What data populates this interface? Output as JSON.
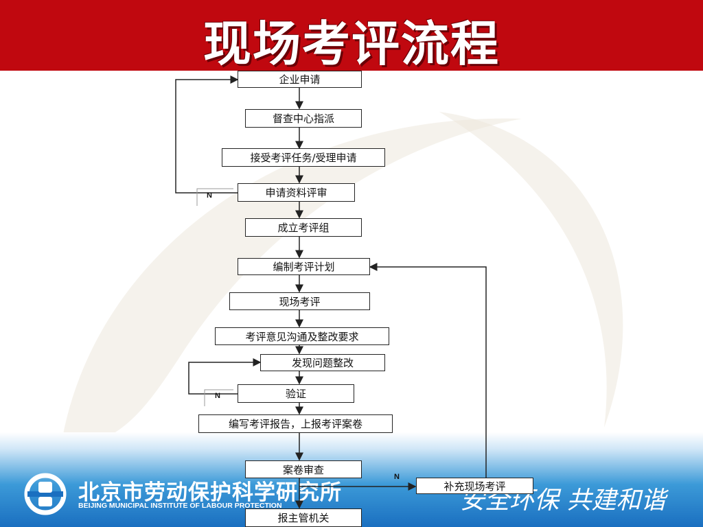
{
  "title": "现场考评流程",
  "nodes": {
    "apply": "企业申请",
    "assign": "督查中心指派",
    "accept": "接受考评任务/受理申请",
    "review_docs": "申请资料评审",
    "form_group": "成立考评组",
    "plan": "编制考评计划",
    "onsite": "现场考评",
    "communicate": "考评意见沟通及整改要求",
    "rectify": "发现问题整改",
    "verify": "验证",
    "report": "编写考评报告，上报考评案卷",
    "case_review": "案卷审查",
    "supplement": "补充现场考评",
    "submit": "报主管机关"
  },
  "branch_labels": {
    "review_no": "N",
    "verify_no": "N",
    "case_no": "N"
  },
  "footer": {
    "org_cn": "北京市劳动保护科学研究所",
    "org_en": "BEIJING MUNICIPAL INSTITUTE OF LABOUR PROTECTION",
    "slogan": "安全环保 共建和谐"
  },
  "colors": {
    "header": "#c0080f",
    "footer": "#1a6fc0",
    "line": "#222222"
  }
}
